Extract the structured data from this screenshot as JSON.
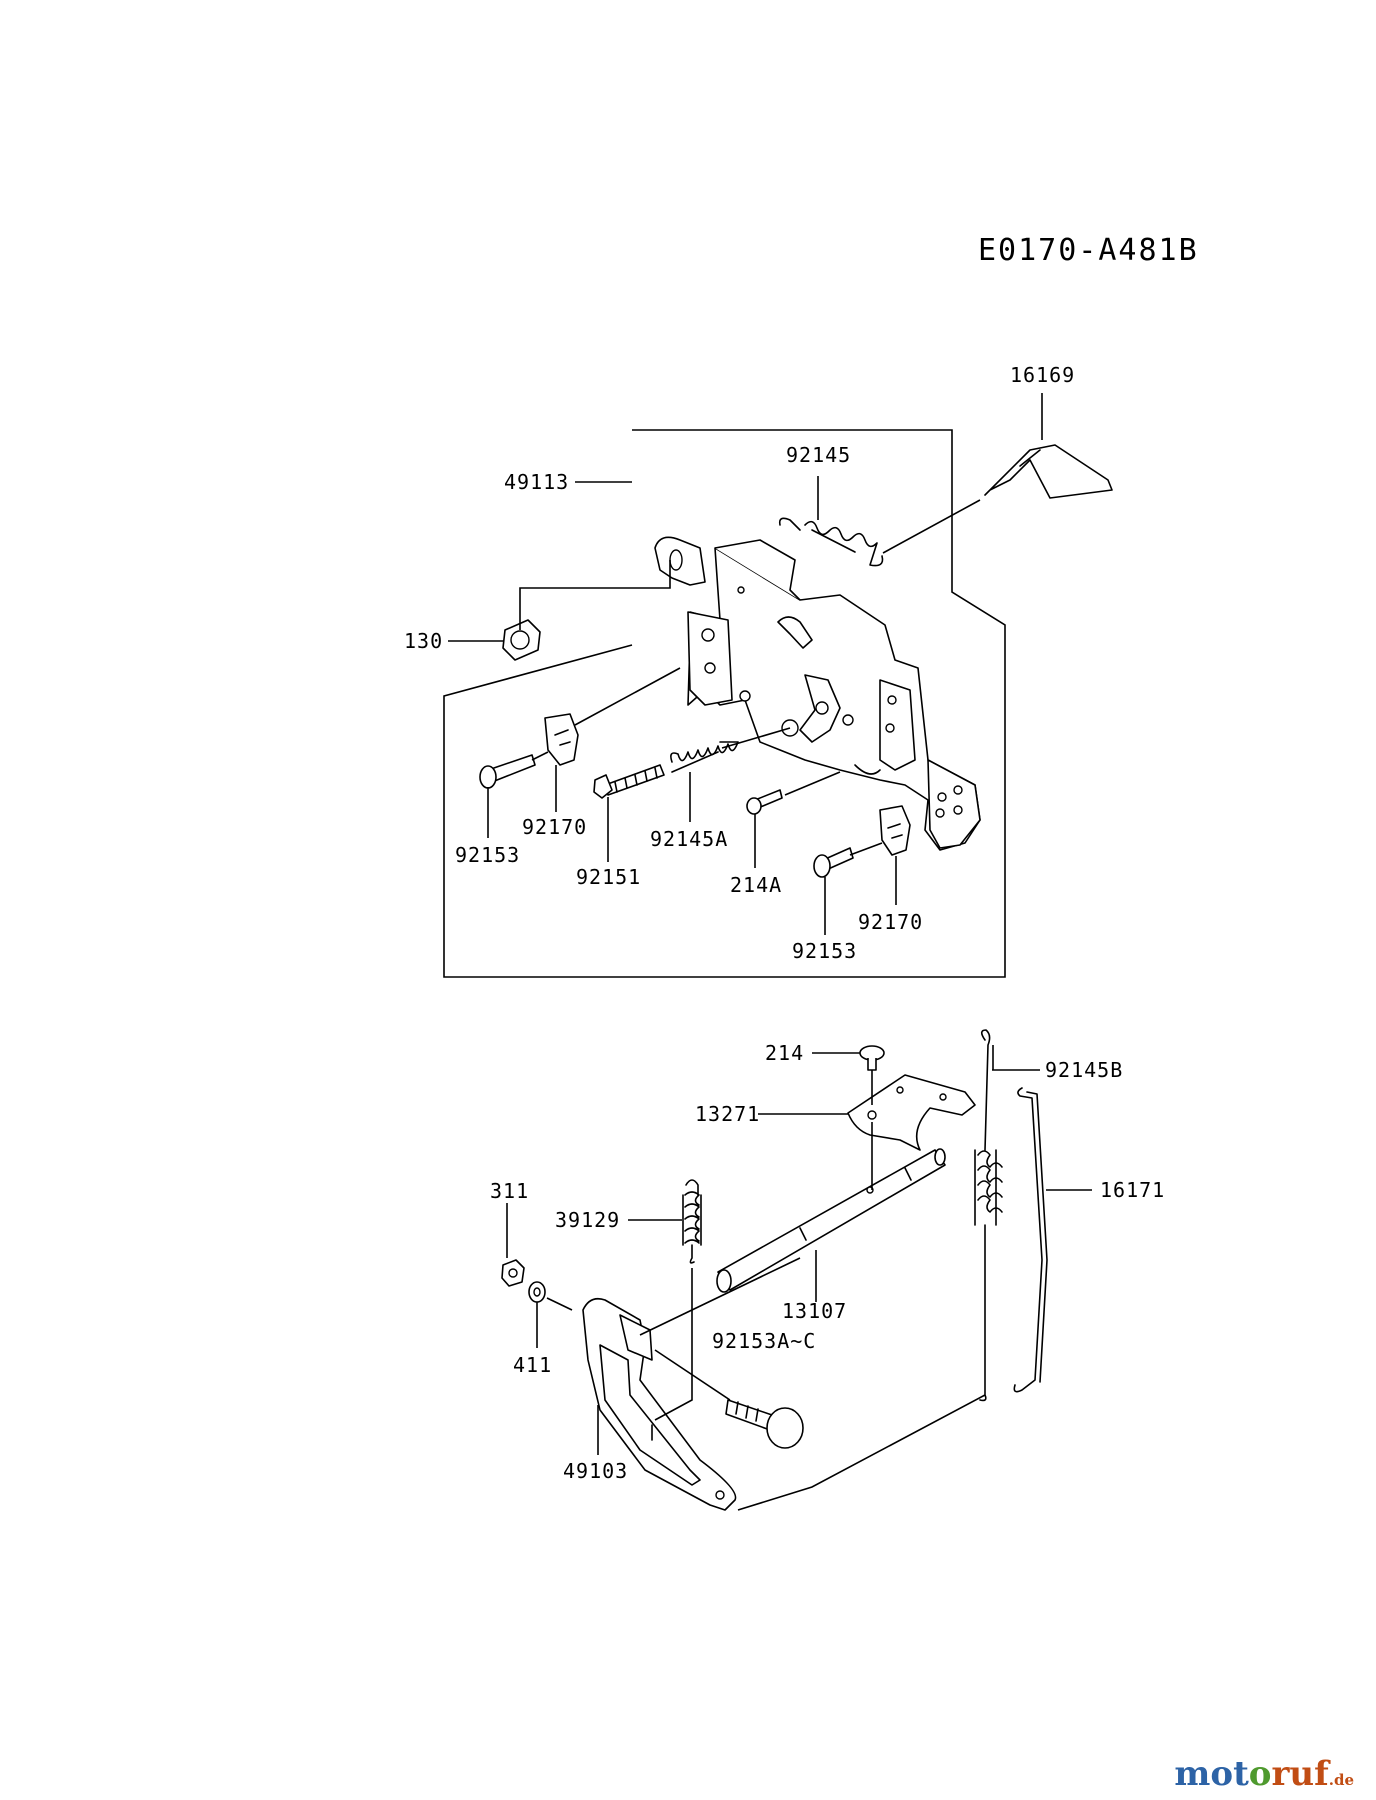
{
  "diagram_code": "E0170-A481B",
  "upper_assembly": {
    "labels": {
      "p16169": "16169",
      "p92145": "92145",
      "p49113": "49113",
      "p130": "130",
      "p92170_left": "92170",
      "p92153_left": "92153",
      "p92151": "92151",
      "p92145A": "92145A",
      "p214A": "214A",
      "p92170_right": "92170",
      "p92153_right": "92153"
    }
  },
  "lower_assembly": {
    "labels": {
      "p214": "214",
      "p92145B": "92145B",
      "p13271": "13271",
      "p16171": "16171",
      "p311": "311",
      "p39129": "39129",
      "p13107": "13107",
      "p411": "411",
      "p92153AC": "92153A~C",
      "p49103": "49103"
    }
  },
  "watermark": {
    "part1": "mot",
    "part2": "o",
    "part3": "ruf",
    "tld": ".de"
  }
}
